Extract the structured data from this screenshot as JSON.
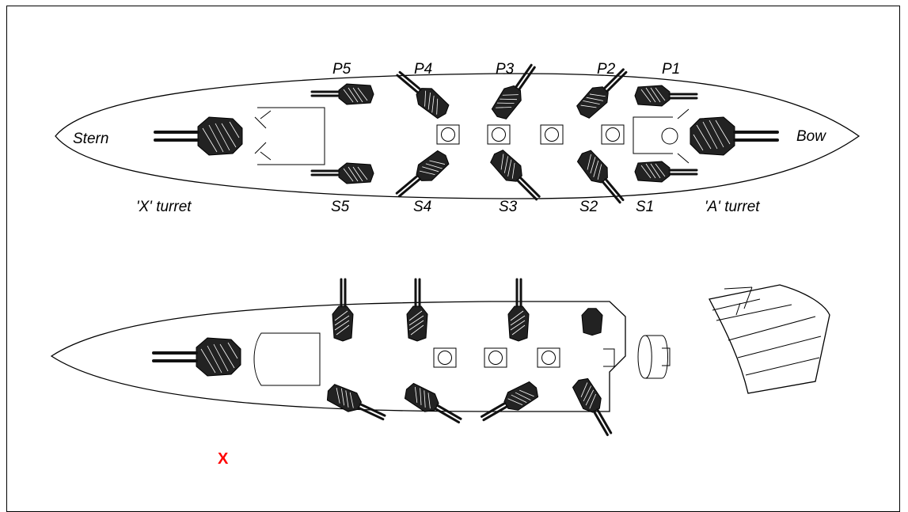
{
  "diagram": {
    "labels": {
      "stern": "Stern",
      "bow": "Bow",
      "x_turret": "'X' turret",
      "a_turret": "'A' turret",
      "p5": "P5",
      "p4": "P4",
      "p3": "P3",
      "p2": "P2",
      "p1": "P1",
      "s5": "S5",
      "s4": "S4",
      "s3": "S3",
      "s2": "S2",
      "s1": "S1"
    },
    "marker": "X",
    "colors": {
      "ink": "#000000",
      "marker": "#ff0000",
      "background": "#ffffff"
    }
  }
}
